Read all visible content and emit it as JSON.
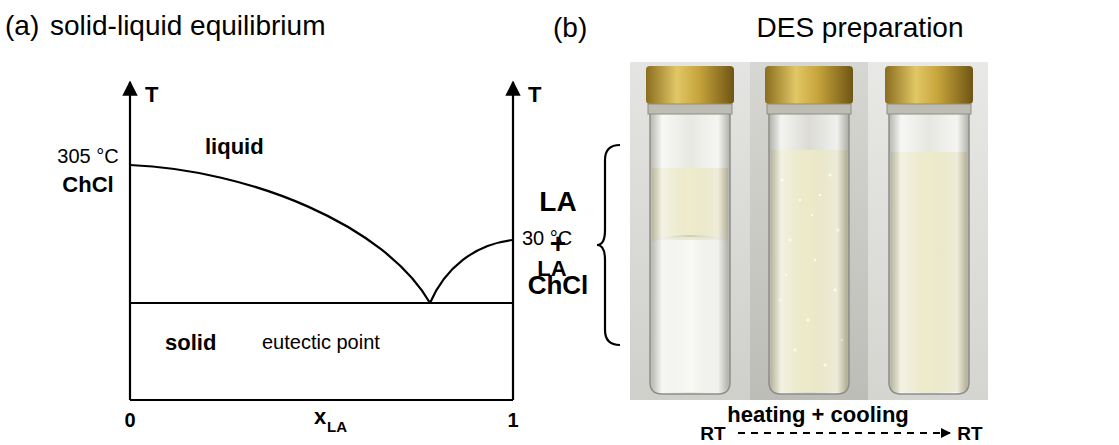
{
  "diagram": {
    "labels": [
      "(a)",
      "solid-liquid equilibrium",
      "T",
      "T",
      "305 °C",
      "ChCl",
      "liquid",
      "30 °C",
      "LA",
      "solid",
      "eutectic point",
      "0",
      "x",
      "LA",
      "1",
      "(b)",
      "DES preparation",
      "LA",
      "+",
      "ChCl",
      "heating + cooling",
      "RT",
      "RT"
    ]
  }
}
